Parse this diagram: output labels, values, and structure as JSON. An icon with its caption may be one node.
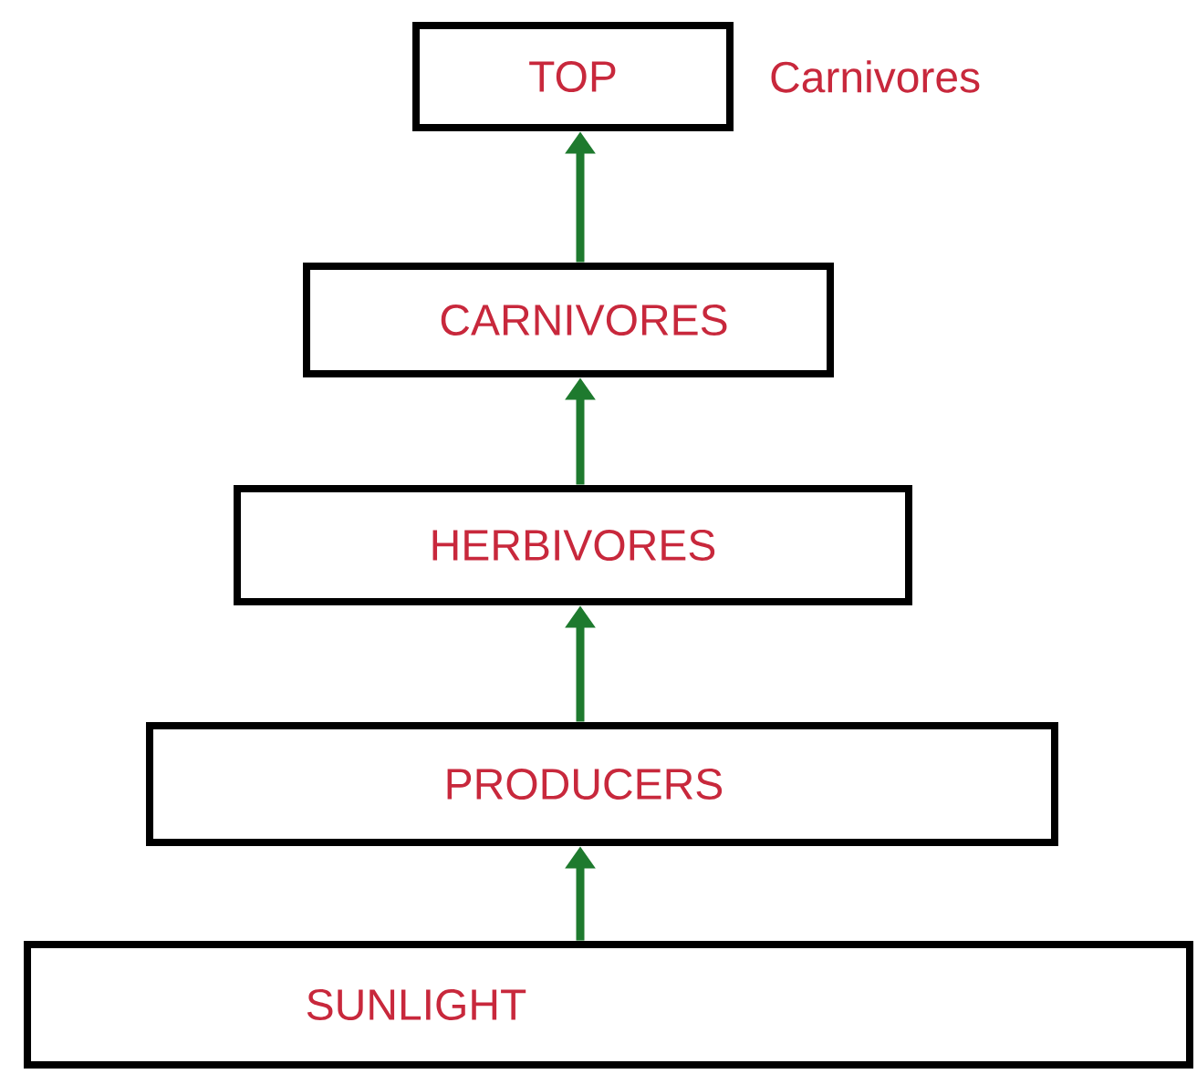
{
  "diagram": {
    "nodes": [
      {
        "text": [
          "TOP"
        ],
        "beside": [
          "Carnivores"
        ]
      },
      {
        "text": [
          "CARNIVORES"
        ]
      },
      {
        "text": [
          "HERBIVORES"
        ]
      },
      {
        "text": [
          "PRODUCERS"
        ]
      },
      {
        "text": [
          "SUNLIGHT"
        ]
      }
    ],
    "edges": [
      {
        "from": 4,
        "to": 3,
        "arrow": "to"
      },
      {
        "from": 3,
        "to": 2,
        "arrow": "to"
      },
      {
        "from": 2,
        "to": 1,
        "arrow": "to"
      },
      {
        "from": 1,
        "to": 0,
        "arrow": "to"
      }
    ]
  }
}
